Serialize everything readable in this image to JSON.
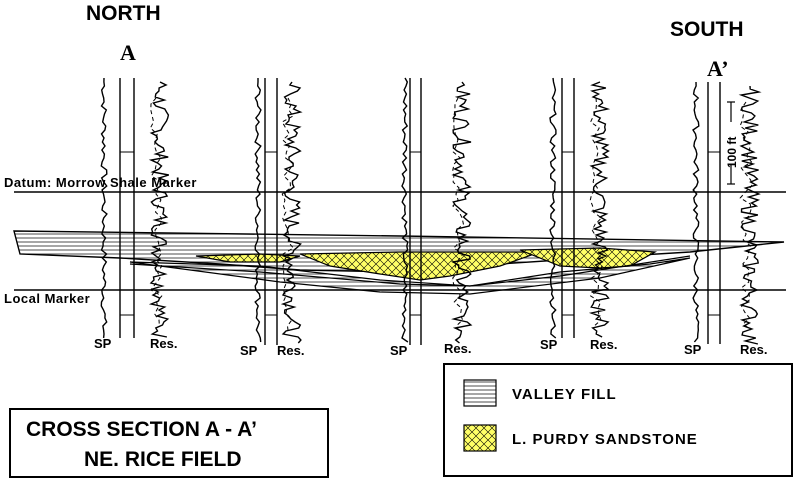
{
  "header": {
    "north": "NORTH",
    "south": "SOUTH",
    "well_a": "A",
    "well_a_prime": "A’"
  },
  "markers": {
    "datum": "Datum: Morrow Shale Marker",
    "local": "Local Marker"
  },
  "scale": {
    "label": "100 ft"
  },
  "tracks": [
    {
      "sp": "SP",
      "res": "Res."
    },
    {
      "sp": "SP",
      "res": "Res."
    },
    {
      "sp": "SP",
      "res": "Res."
    },
    {
      "sp": "SP",
      "res": "Res."
    },
    {
      "sp": "SP",
      "res": "Res."
    }
  ],
  "legend": {
    "valley_fill": "VALLEY FILL",
    "purdy": "L. PURDY SANDSTONE",
    "sandstone_color": "#ffff66"
  },
  "title": {
    "line1": "CROSS SECTION A - A’",
    "line2": "NE. RICE FIELD"
  }
}
